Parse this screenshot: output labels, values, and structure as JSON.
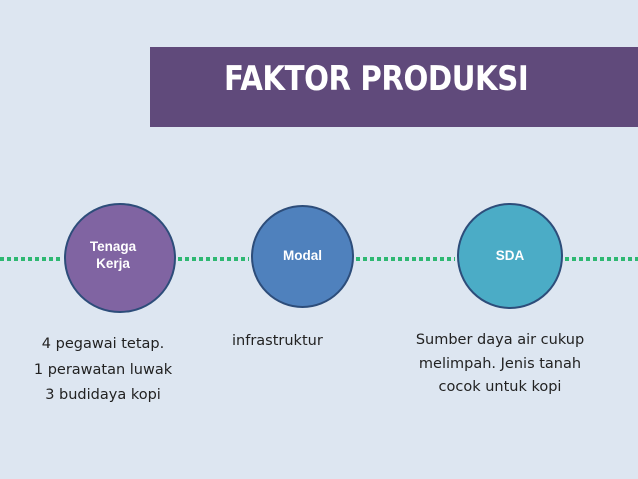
{
  "title": "FAKTOR PRODUKSI",
  "factors": [
    {
      "label": "Tenaga\nKerja",
      "color": "#8064a2",
      "description": "4 pegawai tetap.\n1 perawatan luwak\n3 budidaya kopi"
    },
    {
      "label": "Modal",
      "color": "#4f81bd",
      "description": "infrastruktur"
    },
    {
      "label": "SDA",
      "color": "#4bacc6",
      "description": "Sumber daya air cukup\nmelimpah. Jenis tanah\ncocok untuk kopi"
    }
  ],
  "colors": {
    "title_bar": "#604a7b",
    "background": "#dde6f1",
    "connector": "#2eb872"
  }
}
